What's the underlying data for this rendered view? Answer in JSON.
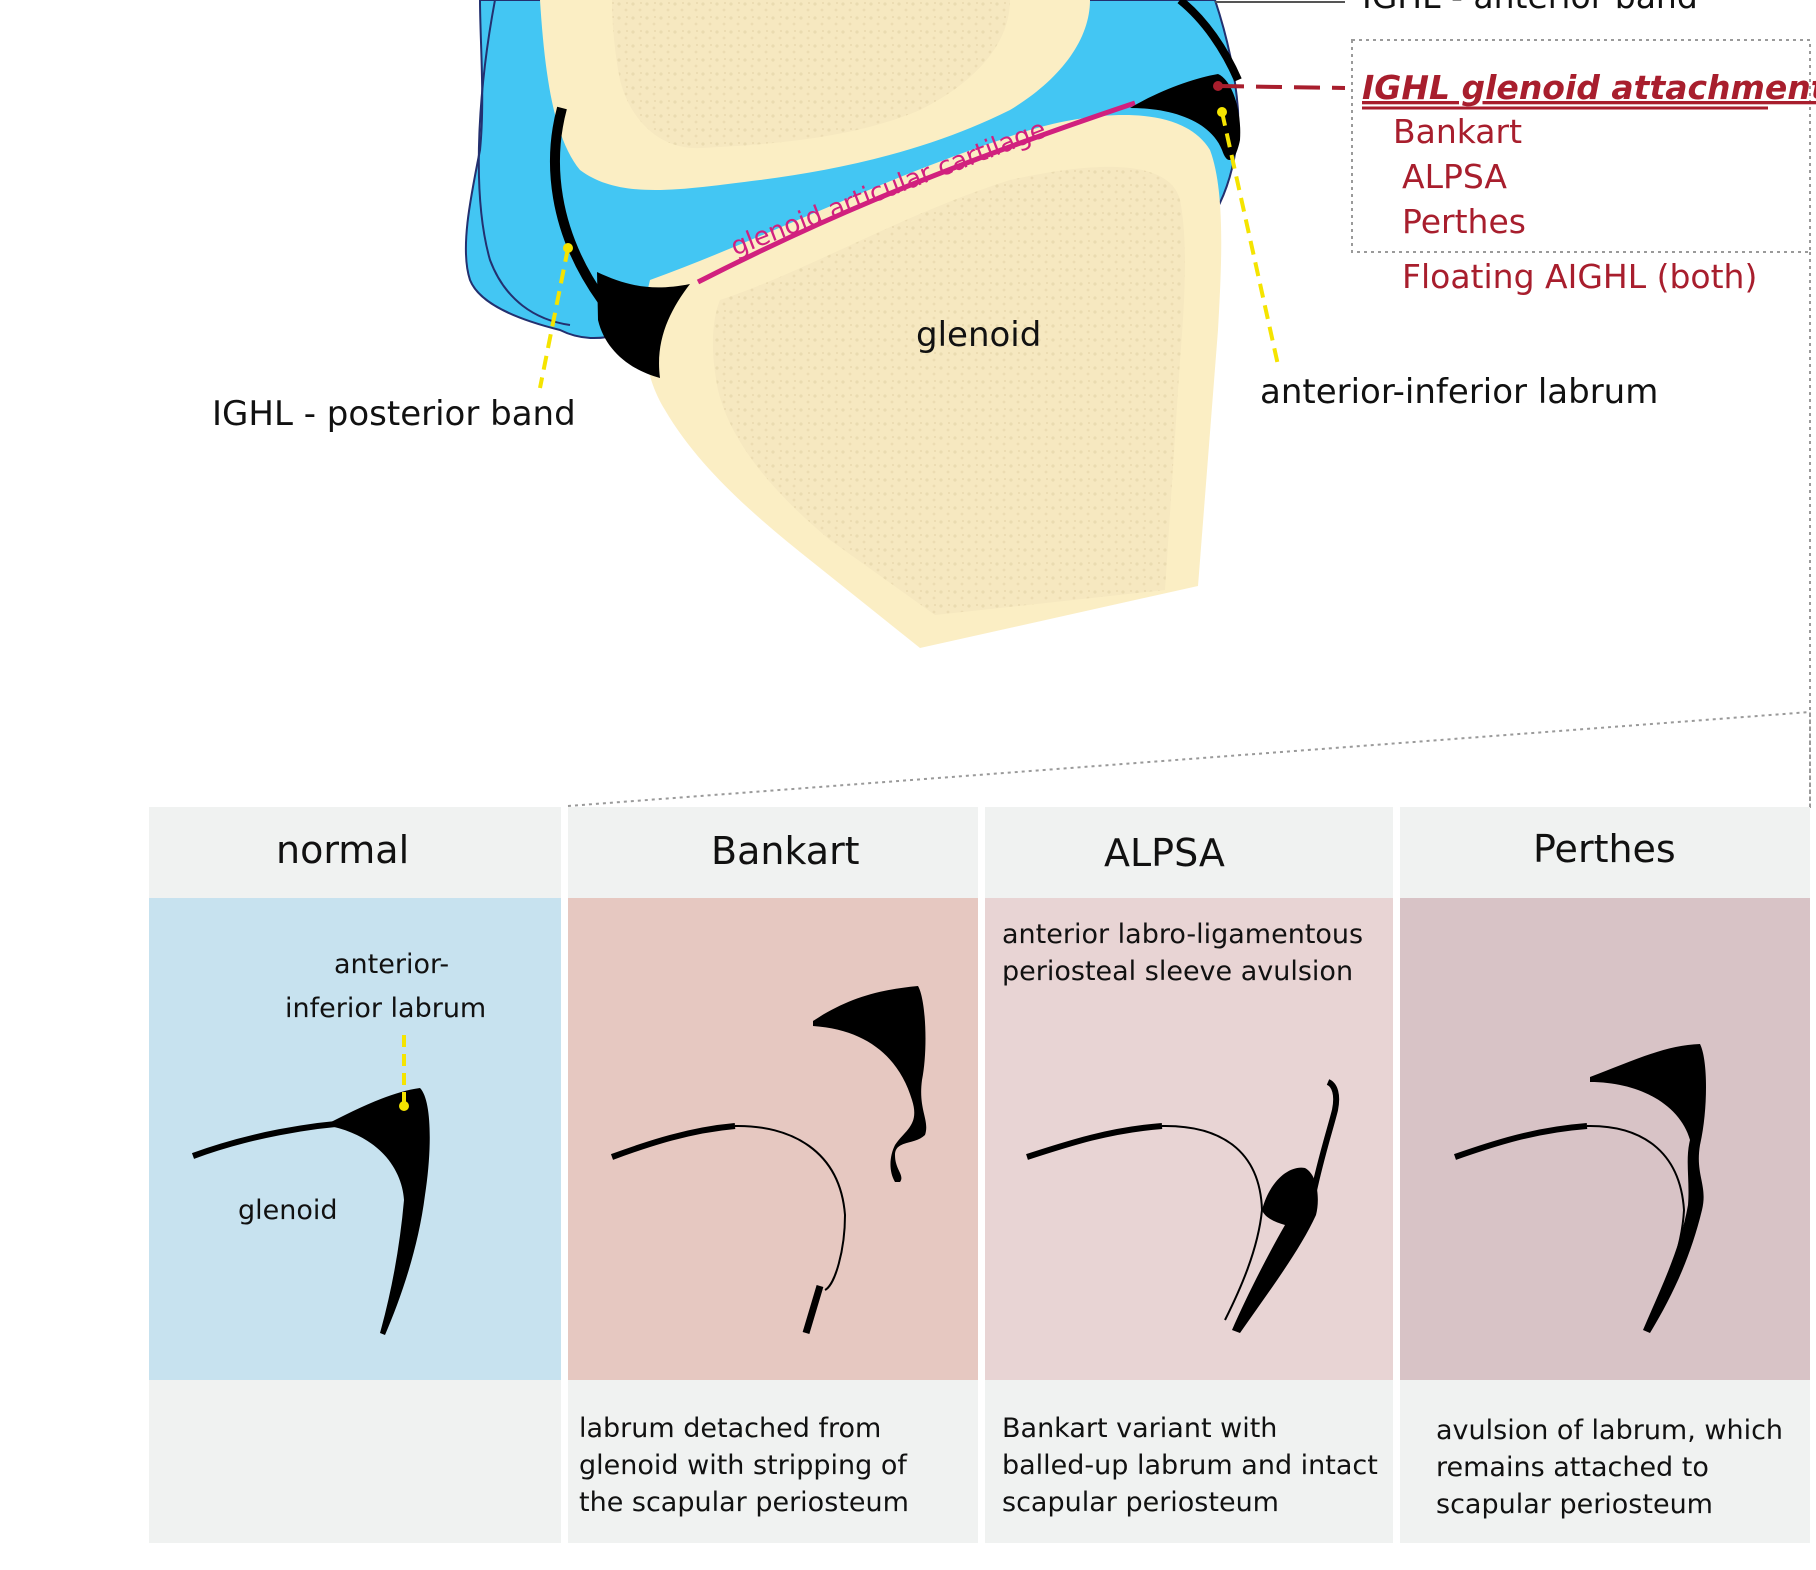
{
  "top_labels": {
    "ighl_anterior_band": "IGHL - anterior band",
    "ighl_glenoid_attachment": "IGHL glenoid attachment",
    "lesion_items": [
      "Bankart",
      "ALPSA",
      "Perthes",
      "Floating AIGHL (both)"
    ],
    "glenoid_articular_cartilage": "glenoid articular cartilage",
    "glenoid": "glenoid",
    "anterior_inferior_labrum": "anterior-inferior labrum",
    "ighl_posterior_band": "IGHL - posterior band"
  },
  "panels": [
    {
      "title": "normal",
      "labels": [
        "anterior-",
        "inferior labrum",
        "glenoid"
      ],
      "caption": []
    },
    {
      "title": "Bankart",
      "labels": [],
      "caption": [
        "labrum detached from",
        "glenoid with stripping of",
        "the scapular periosteum"
      ]
    },
    {
      "title": "ALPSA",
      "labels": [
        "anterior labro-ligamentous",
        "periosteal sleeve avulsion"
      ],
      "caption": [
        "Bankart variant with",
        "balled-up labrum and intact",
        "scapular periosteum"
      ]
    },
    {
      "title": "Perthes",
      "labels": [],
      "caption": [
        "avulsion of labrum, which",
        "remains attached to",
        "scapular periosteum"
      ]
    }
  ],
  "colors": {
    "capsule_blue": "#43c6f3",
    "bone_cream": "#fbeec4",
    "bone_inner": "#f3e3b8",
    "labrum_black": "#000000",
    "cartilage_pink": "#d1207e",
    "callout_red": "#a81e2d",
    "pointer_yellow": "#f5e400",
    "normal_bg": "#c7e2ef",
    "bankart_bg": "#e6c8c1",
    "alpsa_bg": "#e8d4d4",
    "perthes_bg": "#d8c3c6",
    "header_bg": "#f0f2f1"
  }
}
